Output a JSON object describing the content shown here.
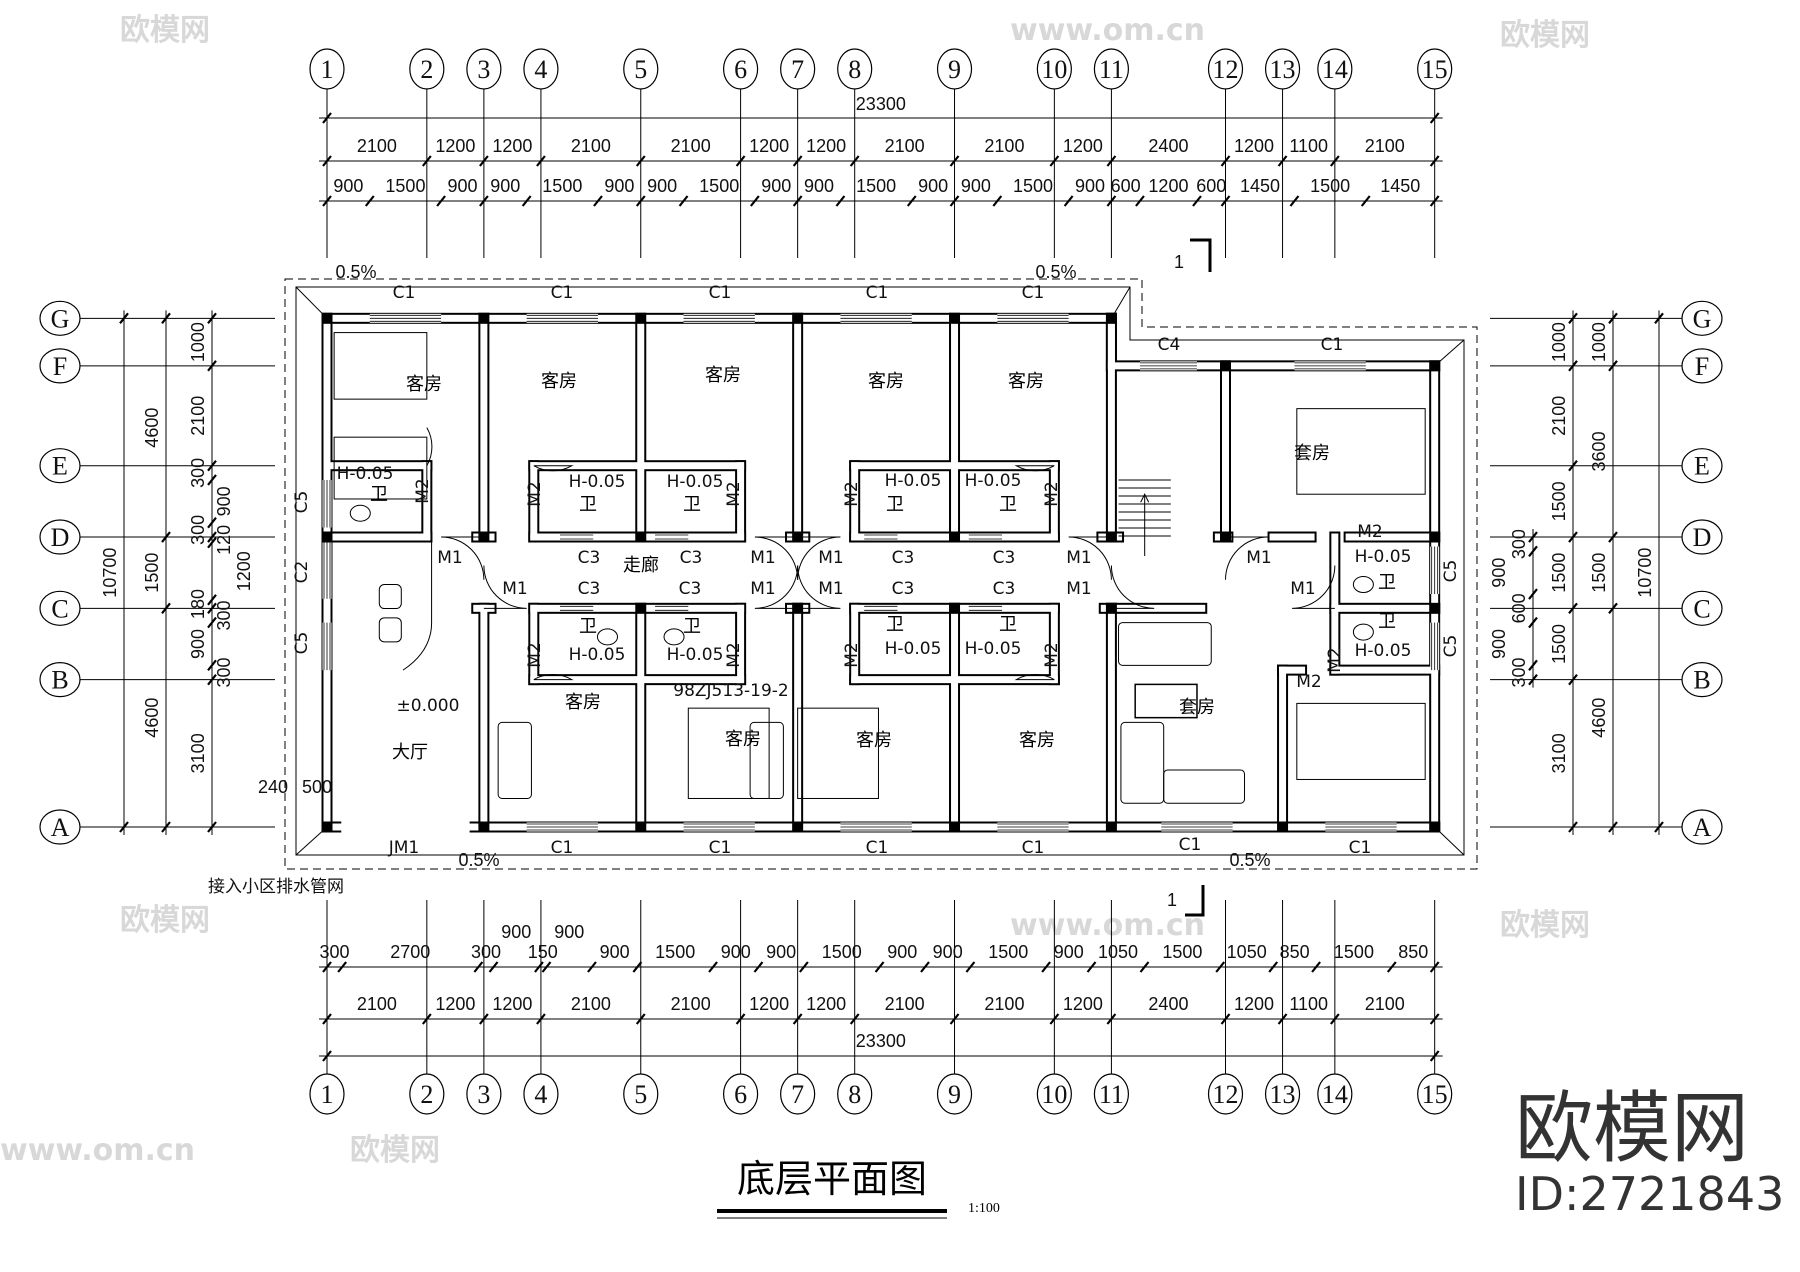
{
  "title": "底层平面图",
  "scale": "1:100",
  "axes": {
    "columns": [
      "1",
      "2",
      "3",
      "4",
      "5",
      "6",
      "7",
      "8",
      "9",
      "10",
      "11",
      "12",
      "13",
      "14",
      "15"
    ],
    "rows": [
      "A",
      "B",
      "C",
      "D",
      "E",
      "F",
      "G"
    ]
  },
  "dimensions": {
    "top": {
      "overall": [
        "23300"
      ],
      "axis": [
        "2100",
        "1200",
        "1200",
        "2100",
        "2100",
        "1200",
        "1200",
        "2100",
        "2100",
        "1200",
        "2400",
        "1200",
        "1100",
        "2100"
      ],
      "detail": [
        "900",
        "1500",
        "900",
        "900",
        "1500",
        "900",
        "900",
        "1500",
        "900",
        "900",
        "1500",
        "900",
        "900",
        "1500",
        "900",
        "600",
        "1200",
        "600",
        "1450",
        "1500",
        "1450"
      ]
    },
    "bottom": {
      "detail": [
        "300",
        "2700",
        "300",
        "900",
        "150",
        "900",
        "900",
        "1500",
        "900",
        "900",
        "1500",
        "900",
        "900",
        "1500",
        "900",
        "1050",
        "1500",
        "1050",
        "850",
        "1500",
        "850"
      ],
      "axis": [
        "2100",
        "1200",
        "1200",
        "2100",
        "2100",
        "1200",
        "1200",
        "2100",
        "2100",
        "1200",
        "2400",
        "1200",
        "1100",
        "2100"
      ],
      "overall": [
        "23300"
      ]
    },
    "left": {
      "outer": [
        "10700"
      ],
      "middle": [
        "4600",
        "1500",
        "4600"
      ],
      "inner": [
        "1000",
        "2100",
        "300",
        "900",
        "300",
        "120",
        "1200",
        "180",
        "300",
        "900",
        "300",
        "3100"
      ]
    },
    "right": {
      "small": [
        "300",
        "900",
        "600",
        "900",
        "300"
      ],
      "inner": [
        "1000",
        "2100",
        "1500",
        "1500",
        "1500",
        "3100"
      ],
      "middle": [
        "1000",
        "3600",
        "1500",
        "4600"
      ],
      "outer": [
        "10700"
      ]
    },
    "entry": [
      "240",
      "500"
    ]
  },
  "rooms": {
    "guest": "客房",
    "suite": "套房",
    "bath": "卫",
    "corridor": "走廊",
    "hall": "大厅"
  },
  "openings": {
    "C1": "C1",
    "C2": "C2",
    "C3": "C3",
    "C4": "C4",
    "C5": "C5",
    "M1": "M1",
    "M2": "M2",
    "JM1": "JM1"
  },
  "annotations": {
    "bath_level": "H-0.05",
    "floor_level": "±0.000",
    "slope": "0.5%",
    "detail_ref": "98ZJ513-19-2",
    "drain_note": "接入小区排水管网",
    "section_mark": "1"
  },
  "watermark": {
    "logo": "欧模网",
    "id": "ID:2721843",
    "site": "www.om.cn"
  },
  "colors": {
    "line": "#000000",
    "background": "#ffffff",
    "watermark": "#d8d8d8",
    "logo": "#333333"
  }
}
